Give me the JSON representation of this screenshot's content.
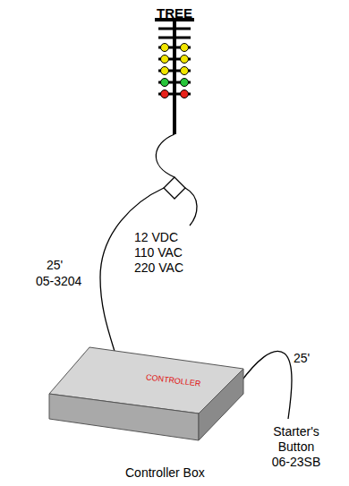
{
  "diagram": {
    "nodes": [
      {
        "text": [
          "CONTROLLER",
          "Controller Box"
        ]
      }
    ],
    "labels": [
      "TREE",
      "12 VDC",
      "110 VAC",
      "220 VAC",
      "25'",
      "05-3204",
      "25'",
      "Starter's Button 06-23SB"
    ]
  }
}
